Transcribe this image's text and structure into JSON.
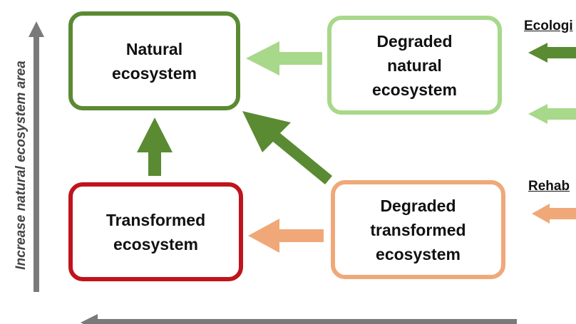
{
  "colors": {
    "natural": "#5a8a32",
    "degraded_natural": "#a8d88a",
    "transformed": "#c0141c",
    "degraded_transformed": "#f0a878",
    "axis": "#7a7a7a"
  },
  "boxes": {
    "natural": "Natural\necosystem",
    "degraded_natural": "Degraded\nnatural\necosystem",
    "transformed": "Transformed\necosystem",
    "degraded_transformed": "Degraded\ntransformed\necosystem"
  },
  "axis": {
    "vertical_label": "Increase natural ecosystem area"
  },
  "legend": {
    "ecological": "Ecologi",
    "rehab": "Rehab"
  }
}
